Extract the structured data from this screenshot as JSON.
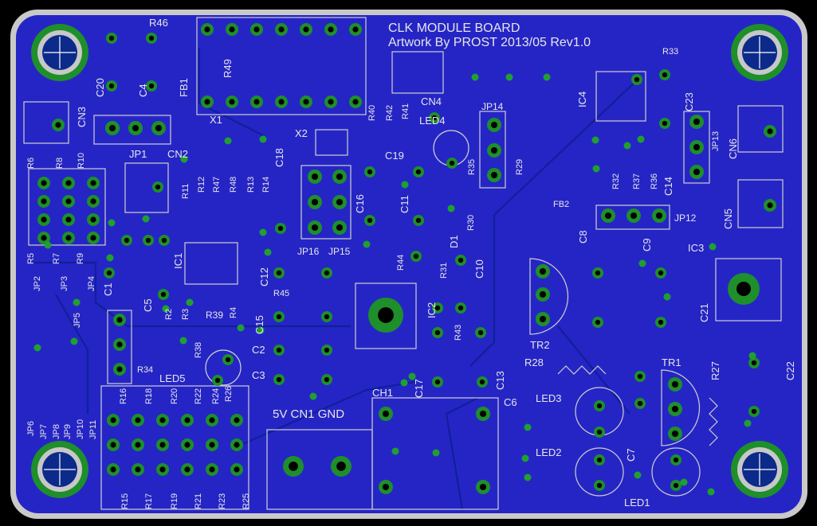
{
  "board": {
    "title": "CLK MODULE BOARD",
    "subtitle": "Artwork By PROST 2013/05 Rev1.0"
  },
  "colors": {
    "background": "#000000",
    "board_fill": "#2525c6",
    "pad_ring": "#1e8f2a",
    "pad_hole": "#000000",
    "silkscreen": "#d9d9d9",
    "via": "#1fa02e"
  },
  "labels": {
    "R46": "R46",
    "C20": "C20",
    "C4a": "C4",
    "FB1": "FB1",
    "R49": "R49",
    "X1": "X1",
    "CN3": "CN3",
    "JP1": "JP1",
    "CN2": "CN2",
    "X2": "X2",
    "C18": "C18",
    "C16": "C16",
    "R11": "R11",
    "R12": "R12",
    "R47": "R47",
    "R48": "R48",
    "R13": "R13",
    "R14": "R14",
    "R40": "R40",
    "R42": "R42",
    "R41": "R41",
    "CN4": "CN4",
    "LED4": "LED4",
    "C19": "C19",
    "JP14": "JP14",
    "R35": "R35",
    "R29": "R29",
    "C11": "C11",
    "D1": "D1",
    "R30": "R30",
    "C10": "C10",
    "R31": "R31",
    "R44": "R44",
    "IC2": "IC2",
    "R43": "R43",
    "JP16": "JP16",
    "JP15": "JP15",
    "C12": "C12",
    "R45": "R45",
    "IC1": "IC1",
    "C15": "C15",
    "C2": "C2",
    "C3": "C3",
    "C1": "C1",
    "C5": "C5",
    "R39": "R39",
    "R2": "R2",
    "R4": "R4",
    "R38": "R38",
    "LED5": "LED5",
    "R26": "R26",
    "R34": "R34",
    "R3": "R3",
    "JP5": "JP5",
    "R6": "R6",
    "R8": "R8",
    "R10": "R10",
    "R5": "R5",
    "R7": "R7",
    "R9": "R9",
    "JP2": "JP2",
    "JP3": "JP3",
    "JP4": "JP4",
    "JP6": "JP6",
    "JP7": "JP7",
    "JP8": "JP8",
    "JP9": "JP9",
    "JP10": "JP10",
    "JP11": "JP11",
    "R16": "R16",
    "R18": "R18",
    "R20": "R20",
    "R22": "R22",
    "R24": "R24",
    "R15": "R15",
    "R17": "R17",
    "R19": "R19",
    "R21": "R21",
    "R23": "R23",
    "R25": "R25",
    "CN1": "5V  CN1  GND",
    "CH1": "CH1",
    "C17": "C17",
    "C13": "C13",
    "C6": "C6",
    "IC4": "IC4",
    "R33": "R33",
    "C23": "C23",
    "JP13": "JP13",
    "CN6": "CN6",
    "R32": "R32",
    "R37": "R37",
    "R36": "R36",
    "C14": "C14",
    "FB2": "FB2",
    "CN5": "CN5",
    "C8": "C8",
    "C9": "C9",
    "JP12": "JP12",
    "IC3": "IC3",
    "C21": "C21",
    "TR2": "TR2",
    "R28": "R28",
    "LED3": "LED3",
    "LED2": "LED2",
    "C7": "C7",
    "TR1": "TR1",
    "R27": "R27",
    "C22": "C22",
    "LED1": "LED1"
  }
}
